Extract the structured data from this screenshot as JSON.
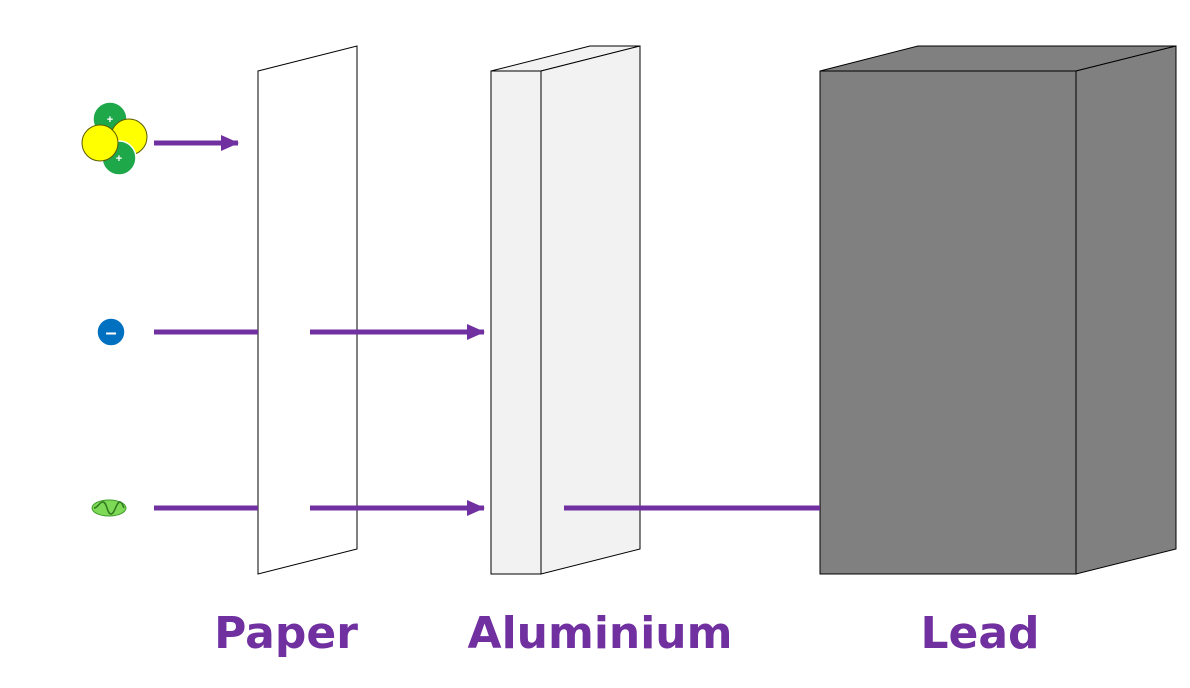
{
  "colors": {
    "arrow": "#7030a0",
    "label": "#7030a0",
    "proton": "#1fa84a",
    "neutron": "#ffff00",
    "electron": "#0070c0",
    "gamma": "#7ed957",
    "paper_face": "#ffffff",
    "aluminium_face": "#f2f2f2",
    "lead_face": "#808080",
    "outline": "#000000"
  },
  "particles": {
    "alpha": {
      "icon": "alpha-particle-icon",
      "proton_sign": "+",
      "passes": []
    },
    "beta": {
      "icon": "beta-particle-icon",
      "sign": "–",
      "passes": [
        "paper"
      ]
    },
    "gamma": {
      "icon": "gamma-ray-icon",
      "passes": [
        "paper",
        "aluminium"
      ]
    }
  },
  "barriers": {
    "paper": {
      "label": "Paper"
    },
    "aluminium": {
      "label": "Aluminium"
    },
    "lead": {
      "label": "Lead"
    }
  }
}
